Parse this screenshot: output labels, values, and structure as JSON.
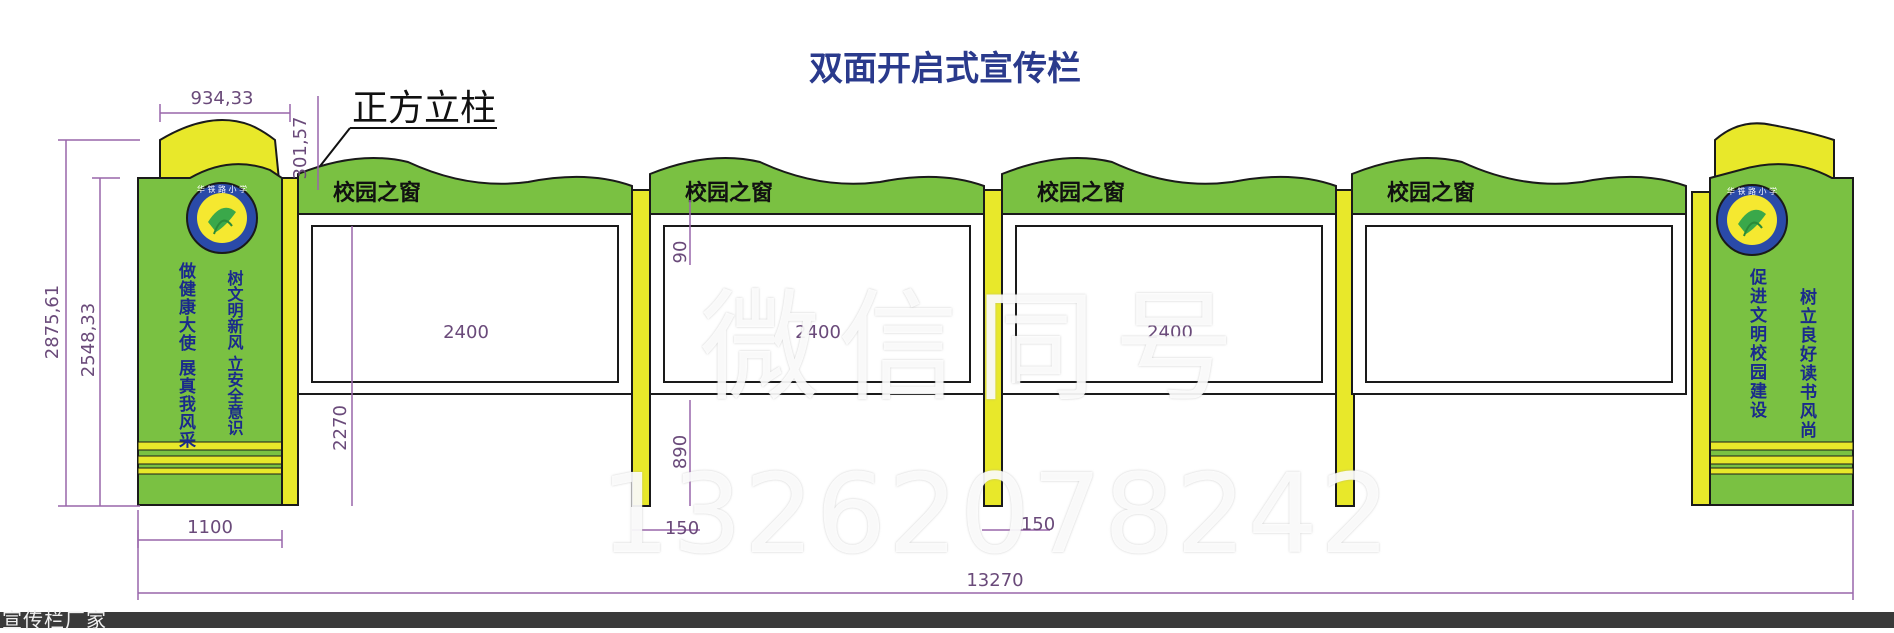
{
  "title": "双面开启式宣传栏",
  "callout_label": "正方立柱",
  "panel_title": "校园之窗",
  "panels_count": 4,
  "left_slogans": [
    "做健康大使 展真我风采",
    "树文明新风 立安全意识"
  ],
  "right_slogans": [
    "促进文明校园建设",
    "树立良好读书风尚"
  ],
  "logo_ring_text": "华 铁 路 小 学",
  "dimensions": {
    "top_width": "934,33",
    "top_height": "301,57",
    "total_height": "2875,61",
    "column_height": "2548,33",
    "panel_width_1": "2400",
    "panel_width_2": "2400",
    "panel_width_3": "2400",
    "board_inner": "90",
    "leg_height": "2270",
    "leg_clearance": "890",
    "column_width": "1100",
    "post_width_1": "150",
    "post_width_2": "150",
    "total_width": "13270"
  },
  "watermark_line1": "微信同号",
  "watermark_line2": "13262078242",
  "bottom_caption": "宣传栏厂家",
  "colors": {
    "green": "#7ac142",
    "yellow": "#e8e82a",
    "dim_line": "#9966aa",
    "title_blue": "#2a3a8c",
    "outline": "#1a1a1a"
  }
}
